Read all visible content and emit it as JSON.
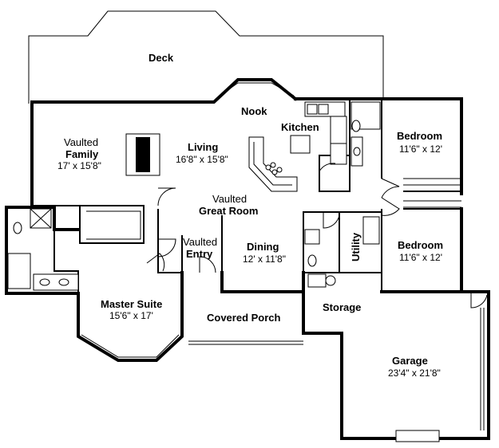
{
  "rooms": {
    "deck": {
      "name": "Deck"
    },
    "nook": {
      "name": "Nook"
    },
    "kitchen": {
      "name": "Kitchen"
    },
    "bedroom1": {
      "name": "Bedroom",
      "size": "11'6\" x 12'"
    },
    "bedroom2": {
      "name": "Bedroom",
      "size": "11'6\" x 12'"
    },
    "family": {
      "prefix": "Vaulted",
      "name": "Family",
      "size": "17' x 15'8\""
    },
    "living": {
      "name": "Living",
      "size": "16'8\" x 15'8\""
    },
    "great_room": {
      "prefix": "Vaulted",
      "name": "Great Room"
    },
    "entry": {
      "prefix": "Vaulted",
      "name": "Entry"
    },
    "dining": {
      "name": "Dining",
      "size": "12' x 11'8\""
    },
    "utility": {
      "name": "Utility"
    },
    "master": {
      "name": "Master Suite",
      "size": "15'6\" x 17'"
    },
    "porch": {
      "name": "Covered Porch"
    },
    "storage": {
      "name": "Storage"
    },
    "garage": {
      "name": "Garage",
      "size": "23'4\" x 21'8\""
    }
  }
}
